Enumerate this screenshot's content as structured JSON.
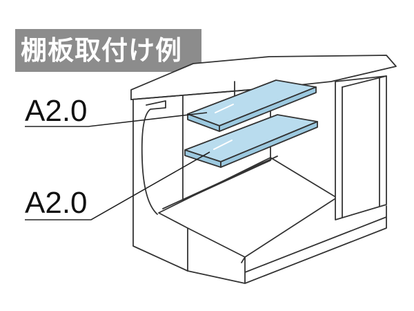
{
  "title": "棚板取付け例",
  "labels": {
    "upper_shelf": "A2.0",
    "lower_shelf": "A2.0"
  },
  "colors": {
    "shelf_fill": "#b9dcee",
    "outline": "#333333",
    "title_bg": "#8c8c8c"
  }
}
